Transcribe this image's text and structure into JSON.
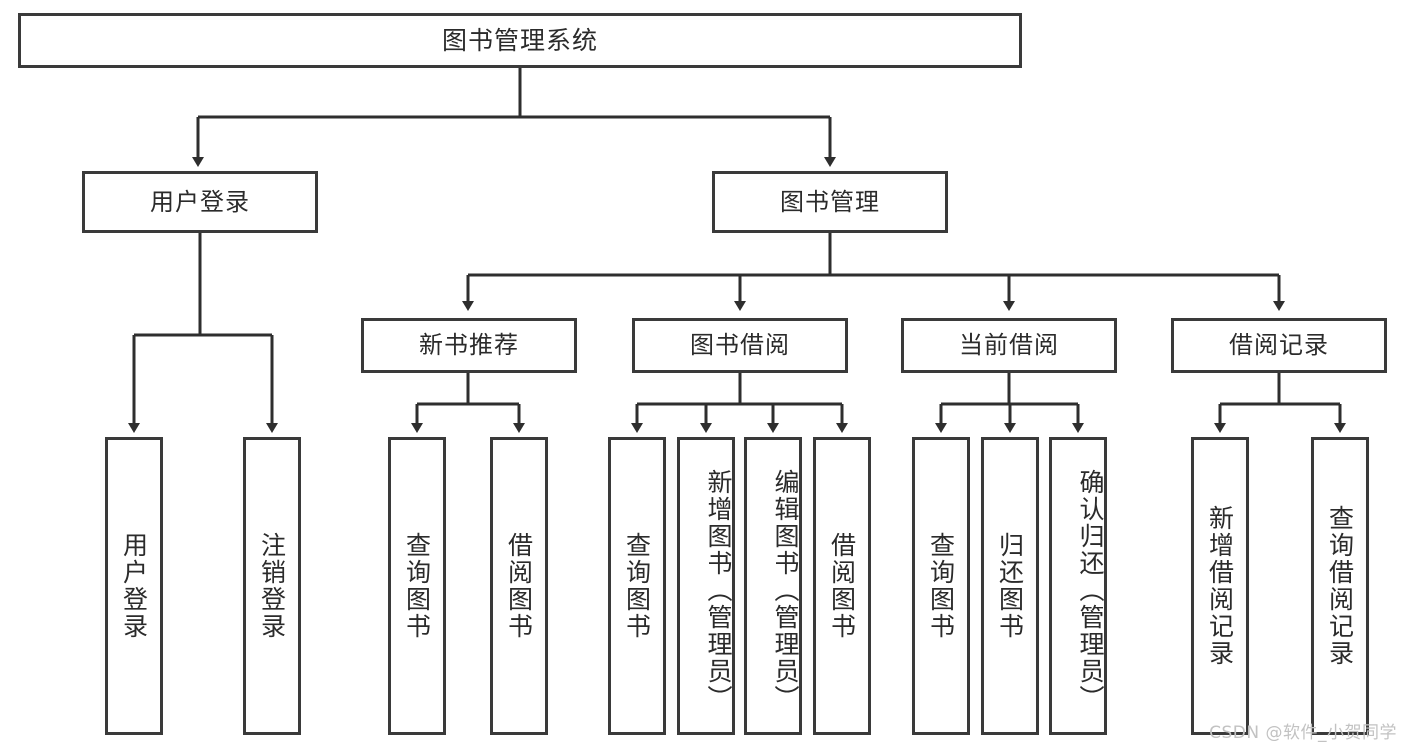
{
  "diagram": {
    "type": "tree-hierarchy-flowchart",
    "orientation": "top-down",
    "root": {
      "id": "root",
      "label": "图书管理系统"
    },
    "level1": [
      {
        "id": "user-login",
        "label": "用户登录"
      },
      {
        "id": "book-management",
        "label": "图书管理"
      }
    ],
    "level2": [
      {
        "id": "new-book-recommend",
        "label": "新书推荐",
        "parent": "book-management"
      },
      {
        "id": "book-borrow",
        "label": "图书借阅",
        "parent": "book-management"
      },
      {
        "id": "current-borrow",
        "label": "当前借阅",
        "parent": "book-management"
      },
      {
        "id": "borrow-record",
        "label": "借阅记录",
        "parent": "book-management"
      }
    ],
    "leaves": {
      "user_login": [
        {
          "id": "leaf-user-login",
          "label": "用户登录"
        },
        {
          "id": "leaf-user-logout",
          "label": "注销登录"
        }
      ],
      "new_book_recommend": [
        {
          "id": "leaf-query-book-1",
          "label": "查询图书"
        },
        {
          "id": "leaf-borrow-book-1",
          "label": "借阅图书"
        }
      ],
      "book_borrow": [
        {
          "id": "leaf-query-book-2",
          "label": "查询图书"
        },
        {
          "id": "leaf-add-book",
          "label": "新增图书（管理员）"
        },
        {
          "id": "leaf-edit-book",
          "label": "编辑图书（管理员）"
        },
        {
          "id": "leaf-borrow-book-2",
          "label": "借阅图书"
        }
      ],
      "current_borrow": [
        {
          "id": "leaf-query-book-3",
          "label": "查询图书"
        },
        {
          "id": "leaf-return-book",
          "label": "归还图书"
        },
        {
          "id": "leaf-confirm-return",
          "label": "确认归还（管理员）"
        }
      ],
      "borrow_record": [
        {
          "id": "leaf-add-record",
          "label": "新增借阅记录"
        },
        {
          "id": "leaf-query-record",
          "label": "查询借阅记录"
        }
      ]
    }
  },
  "watermark": {
    "text": "CSDN @软件_小贺同学"
  },
  "colors": {
    "stroke": "#3a3a3a",
    "text": "#2b2b2b",
    "background": "#ffffff",
    "watermark": "#c2c2c2"
  }
}
